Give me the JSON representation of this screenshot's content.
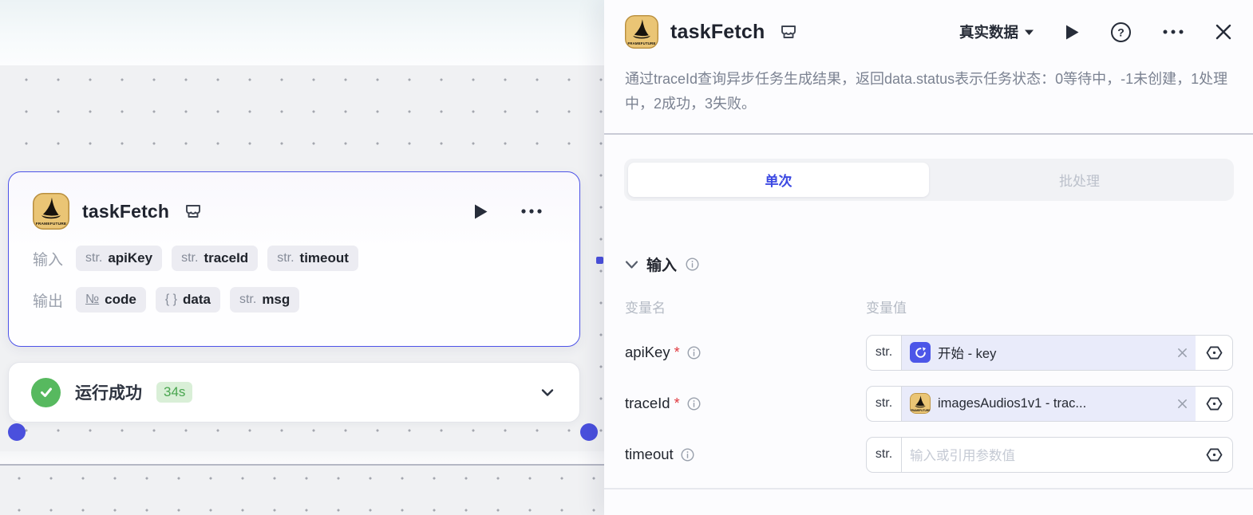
{
  "canvas": {
    "node": {
      "title": "taskFetch",
      "input_label": "输入",
      "output_label": "输出",
      "inputs": [
        {
          "type": "str.",
          "name": "apiKey"
        },
        {
          "type": "str.",
          "name": "traceId"
        },
        {
          "type": "str.",
          "name": "timeout"
        }
      ],
      "outputs": [
        {
          "type": "№",
          "name": "code"
        },
        {
          "type": "{ }",
          "name": "data"
        },
        {
          "type": "str.",
          "name": "msg"
        }
      ]
    },
    "run_status": {
      "label": "运行成功",
      "duration": "34s"
    }
  },
  "panel": {
    "header": {
      "title": "taskFetch",
      "data_mode": "真实数据"
    },
    "description": "通过traceId查询异步任务生成结果，返回data.status表示任务状态：0等待中，-1未创建，1处理中，2成功，3失败。",
    "tabs": [
      {
        "label": "单次"
      },
      {
        "label": "批处理"
      }
    ],
    "input_section": {
      "title": "输入",
      "col_name": "变量名",
      "col_value": "变量值",
      "rows": [
        {
          "name": "apiKey",
          "required": "*",
          "type": "str.",
          "value": "开始 - key"
        },
        {
          "name": "traceId",
          "required": "*",
          "type": "str.",
          "value": "imagesAudios1v1 - trac..."
        },
        {
          "name": "timeout",
          "type": "str.",
          "placeholder": "输入或引用参数值"
        }
      ]
    }
  },
  "colors": {
    "accent_indigo": "#4d53e8",
    "success_green": "#57b95f",
    "badge_green_bg": "#d9efd7",
    "brand_yellow": "#eac575",
    "required_red": "#e0383e"
  }
}
